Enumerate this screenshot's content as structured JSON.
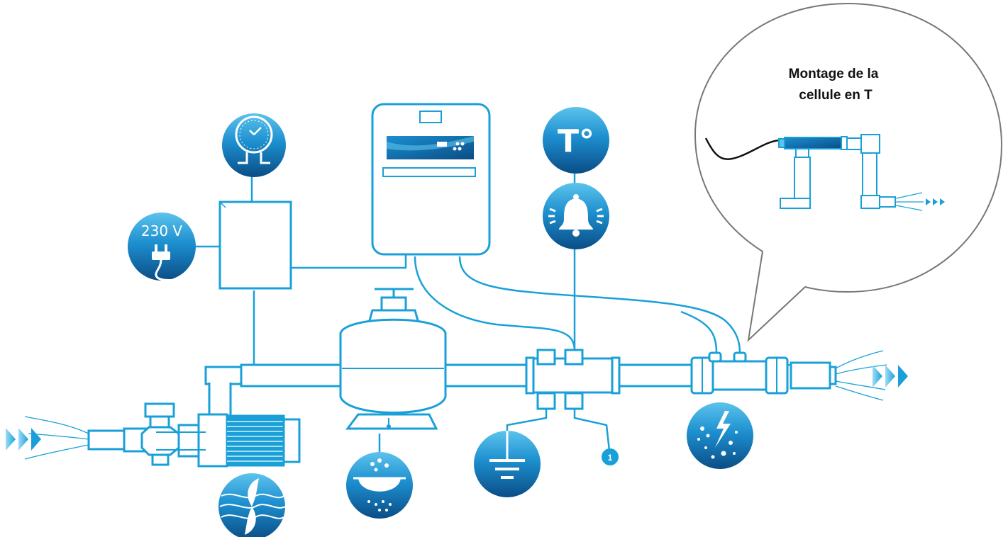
{
  "diagram": {
    "colors": {
      "line": "#1aa0d8",
      "icon_top": "#5cc3ec",
      "icon_bottom": "#0a4d86",
      "callout_border": "#777777",
      "text": "#111111"
    },
    "callout": {
      "line1": "Montage de la",
      "line2": "cellule en T"
    },
    "power_icon": {
      "label": "230 V",
      "icon": "power-plug-icon"
    },
    "temperature_icon": {
      "label": "T°",
      "icon": "thermometer-icon"
    },
    "numbered_badge": {
      "label": "1"
    },
    "icons": [
      "timer-clock-icon",
      "power-plug-icon",
      "thermometer-icon",
      "alarm-bell-icon",
      "pump-propeller-icon",
      "filter-strainer-icon",
      "ground-earth-icon",
      "electrolysis-icon",
      "flow-arrows-icon"
    ]
  }
}
